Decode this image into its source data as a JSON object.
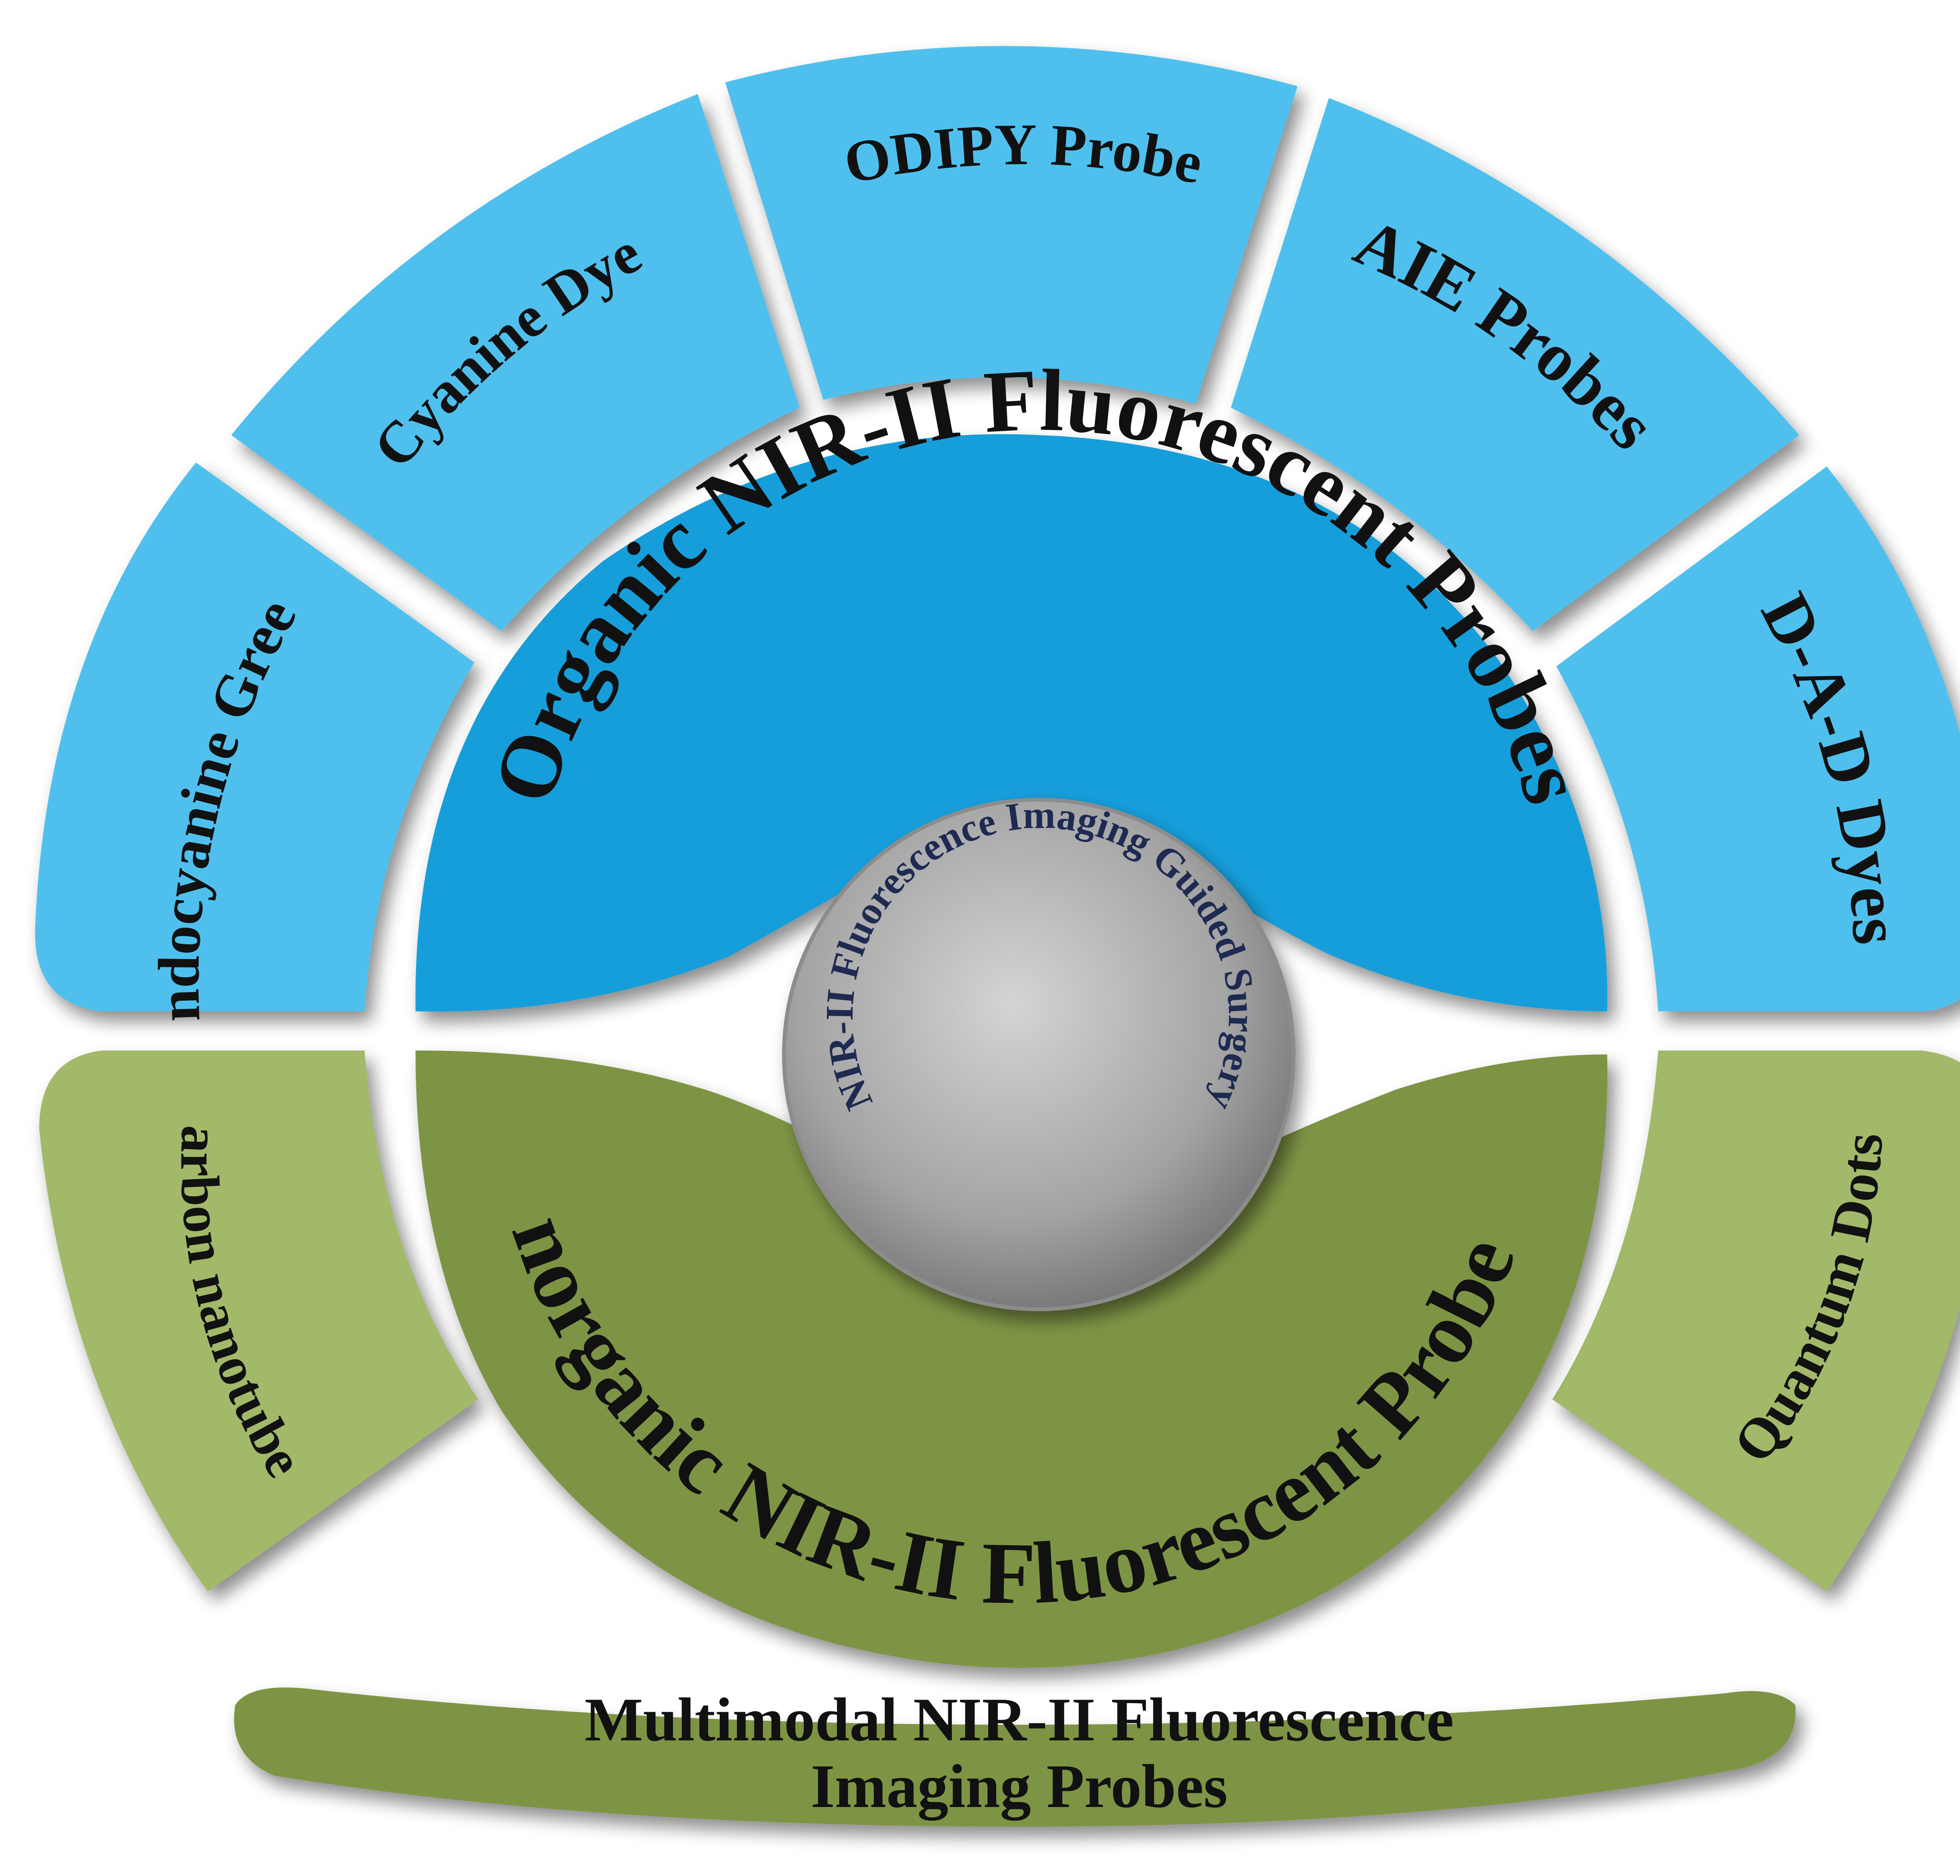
{
  "colors": {
    "outer_blue": "#4fc0ee",
    "inner_blue": "#149edb",
    "outer_green": "#a2b969",
    "inner_green": "#7e9444",
    "center_gray": "#a9a9a9",
    "text_dark": "#111111",
    "center_text": "#1e2a52"
  },
  "outer_organic_segments": [
    {
      "id": "indocyanine",
      "label": "Indocyanine Green"
    },
    {
      "id": "cyanine",
      "label": "Cyanine Dyes"
    },
    {
      "id": "bodipy",
      "label": "BODIPY Probes"
    },
    {
      "id": "aie",
      "label": "AIE Probes"
    },
    {
      "id": "dad",
      "label": "D-A-D Dyes"
    }
  ],
  "organic_core": {
    "label": "Organic NIR-II Fluorescent Probes"
  },
  "outer_inorganic_segments": [
    {
      "id": "carbon",
      "label": "Carbon nanotubes"
    },
    {
      "id": "quantum",
      "label": "Quantum Dots"
    }
  ],
  "inorganic_core": {
    "label": "Inorganic NIR-II Fluorescent Probes"
  },
  "center": {
    "label": "NIR-II Fluorescence Imaging Guided Surgery"
  },
  "bottom_banner": {
    "line1": "Multimodal NIR-II Fluorescence",
    "line2": "Imaging Probes"
  }
}
